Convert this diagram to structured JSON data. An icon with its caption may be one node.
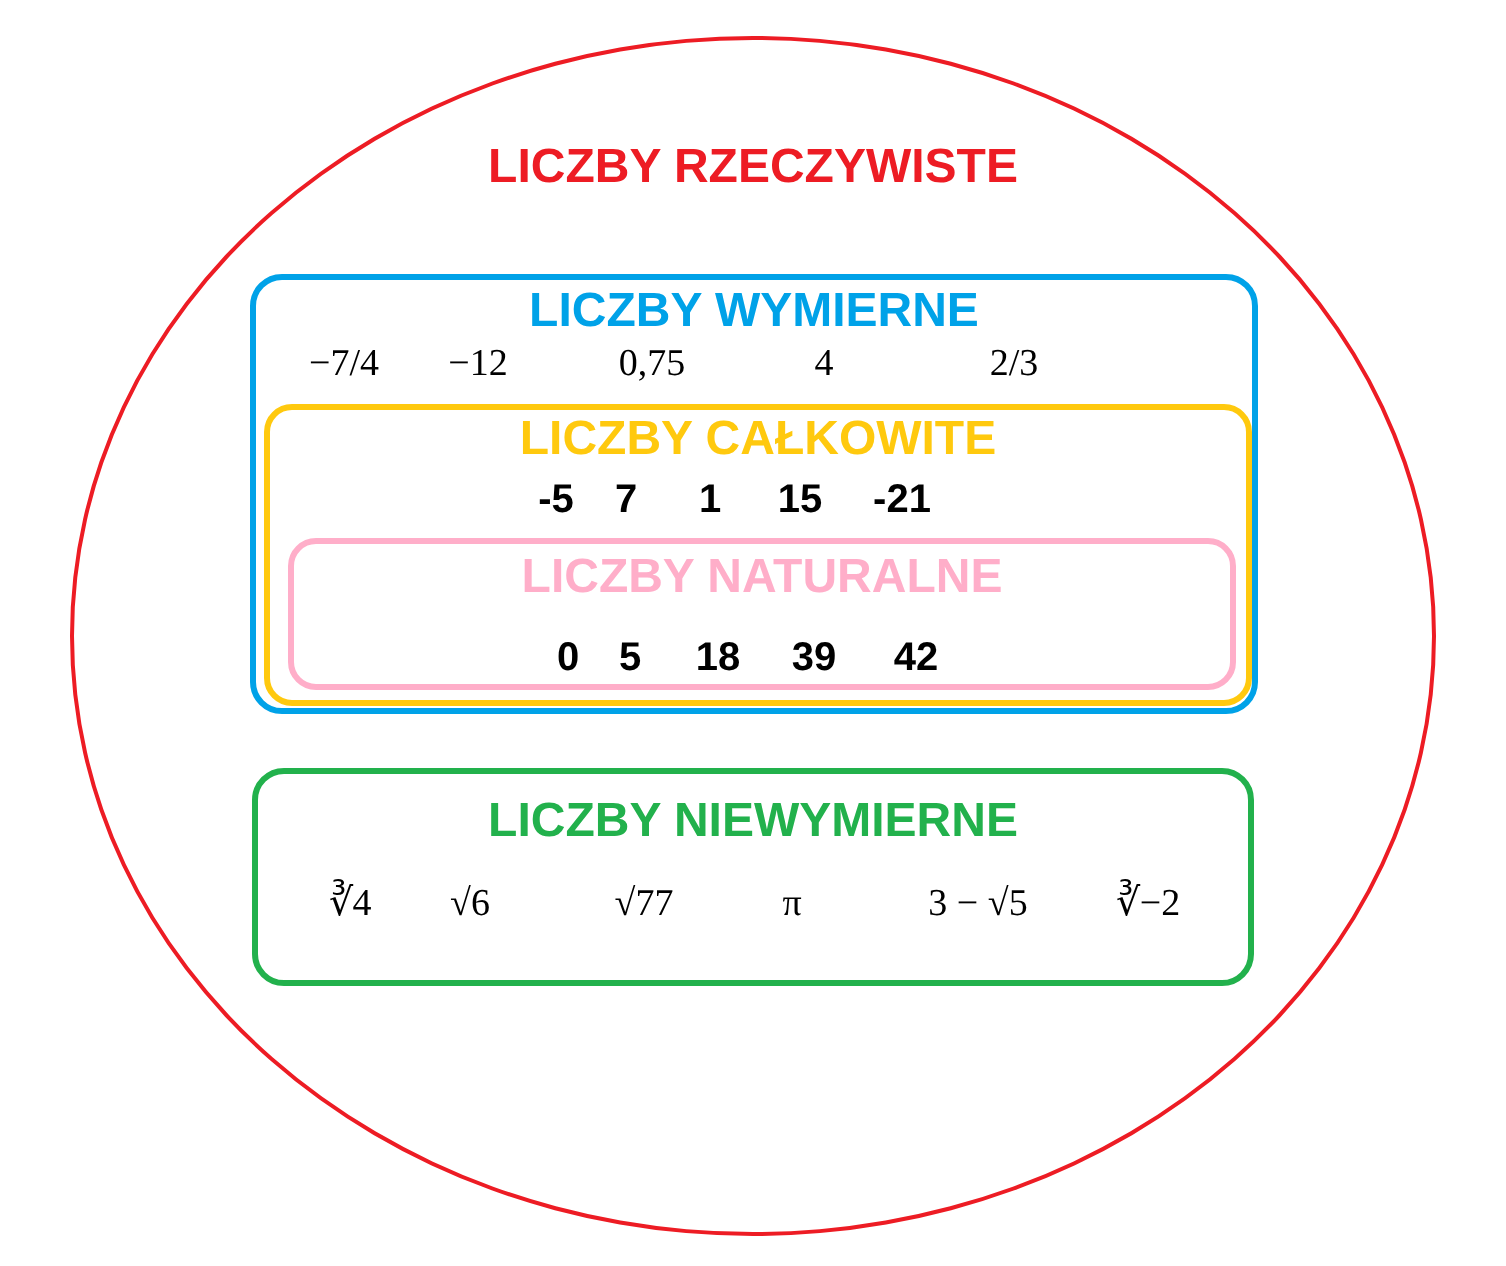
{
  "diagram": {
    "nodes": [
      {
        "text": [
          "LICZBY RZECZYWISTE"
        ]
      },
      {
        "text": [
          "LICZBY WYMIERNE",
          "−7/4",
          "−12",
          "0,75",
          "4",
          "2/3"
        ],
        "in": 0
      },
      {
        "text": [
          "LICZBY CAŁKOWITE",
          "-5",
          "7",
          "1",
          "15",
          "-21"
        ],
        "in": 1
      },
      {
        "text": [
          "LICZBY NATURALNE",
          "0",
          "5",
          "18",
          "39",
          "42"
        ],
        "in": 2
      },
      {
        "text": [
          "LICZBY NIEWYMIERNE",
          "∛4",
          "√6",
          "√77",
          "π",
          "3 − √5",
          "∛−2"
        ],
        "in": 0
      }
    ],
    "edges": []
  }
}
